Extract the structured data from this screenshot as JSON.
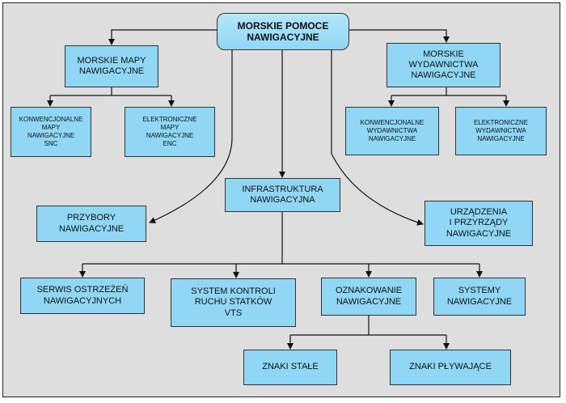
{
  "diagram": {
    "root": "MORSKIE POMOCE\nNAWIGACYJNE",
    "maps": "MORSKIE MAPY\nNAWIGACYJNE",
    "maps_conventional": "KONWENCJONALNE\nMAPY\nNAWIGACYJNE\nSNC",
    "maps_electronic": "ELEKTRONICZNE\nMAPY\nNAWIGACYJNE\nENC",
    "publications": "MORSKIE\nWYDAWNICTWA\nNAWIGACYJNE",
    "publications_conventional": "KONWENCJONALNE\nWYDAWNICTWA\nNAWIGACYJNE",
    "publications_electronic": "ELEKTRONICZNE\nWYDAWNICTWA\nNAWIGACYJNE",
    "infrastructure": "INFRASTRUKTURA\nNAWIGACYJNA",
    "instruments": "PRZYBORY\nNAWIGACYJNE",
    "devices": "URZĄDZENIA\nI PRZYRZĄDY\nNAWIGACYJNE",
    "warning_service": "SERWIS OSTRZEŻEŃ\nNAWIGACYJNYCH",
    "vts": "SYSTEM KONTROLI\nRUCHU STATKÓW\nVTS",
    "marking": "OZNAKOWANIE\nNAWIGACYJNE",
    "systems": "SYSTEMY\nNAWIGACYJNE",
    "fixed_signs": "ZNAKI STAŁE",
    "floating_signs": "ZNAKI PŁYWAJĄCE"
  }
}
